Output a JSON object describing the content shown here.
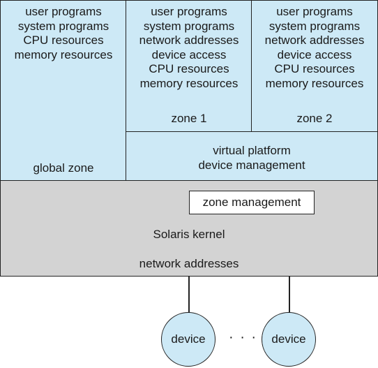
{
  "global_zone": {
    "resources": [
      "user programs",
      "system programs",
      "CPU resources",
      "memory resources"
    ],
    "label": "global zone"
  },
  "zone1": {
    "resources": [
      "user programs",
      "system programs",
      "network addresses",
      "device access",
      "CPU resources",
      "memory resources"
    ],
    "label": "zone 1"
  },
  "zone2": {
    "resources": [
      "user programs",
      "system programs",
      "network addresses",
      "device access",
      "CPU resources",
      "memory resources"
    ],
    "label": "zone 2"
  },
  "virtual_platform": {
    "lines": [
      "virtual platform",
      "device management"
    ]
  },
  "kernel": {
    "zone_management": "zone management",
    "label": "Solaris kernel",
    "network": "network addresses"
  },
  "devices": {
    "device1": "device",
    "device2": "device",
    "ellipsis": "· · ·"
  }
}
